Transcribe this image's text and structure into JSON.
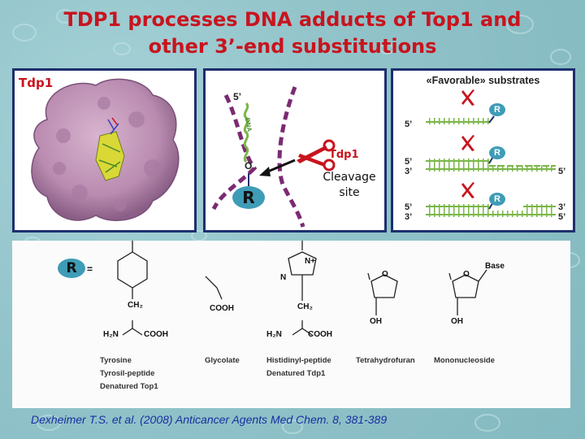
{
  "title_line1": "TDP1 processes DNA adducts of Top1 and",
  "title_line2": "other 3’-end substitutions",
  "panel_protein": {
    "label": "Tdp1"
  },
  "panel_mechanism": {
    "five_prime": "5’",
    "oxygen": "O",
    "dna_text": "DNA",
    "r_label": "R",
    "enzyme": "Tdp1",
    "cleavage_line1": "Cleavage",
    "cleavage_line2": "site"
  },
  "panel_substrates": {
    "title": "«Favorable» substrates",
    "r_label": "R",
    "five_prime": "5’",
    "three_prime": "3’"
  },
  "panel_chemistry": {
    "r_label": "R",
    "equals": "=",
    "ch2": "CH₂",
    "h2n": "H₂N",
    "cooh": "COOH",
    "n_plus": "N+",
    "n": "N",
    "o": "O",
    "oh": "OH",
    "base": "Base",
    "captions": {
      "tyrosine": [
        "Tyrosine",
        "Tyrosil-peptide",
        "Denatured Top1"
      ],
      "glycolate": "Glycolate",
      "histidinyl": [
        "Histidinyl-peptide",
        "Denatured Tdp1"
      ],
      "thf": "Tetrahydrofuran",
      "mononucleoside": "Mononucleoside"
    }
  },
  "citation": "Dexheimer T.S. et al. (2008) Anticancer Agents Med Chem. 8, 381-389",
  "colors": {
    "title_red": "#c8141e",
    "panel_border": "#1e2f6e",
    "r_blue": "#3e9cb7",
    "dna_green": "#7ab648",
    "protein_pink": "#b98bb0",
    "dashed_purple": "#7b2a73",
    "citation_blue": "#1a2fa0"
  }
}
